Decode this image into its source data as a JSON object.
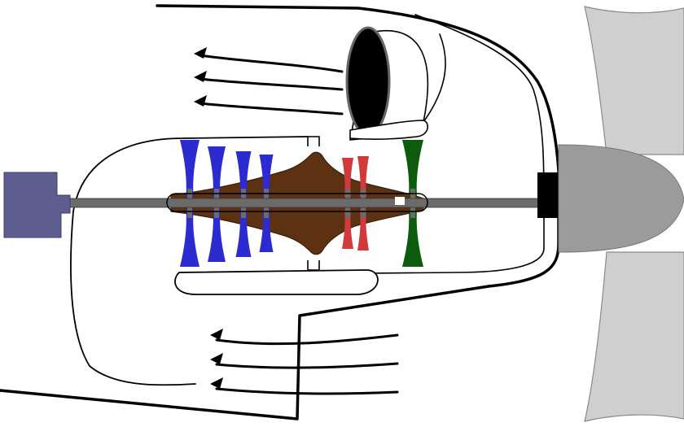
{
  "diagram": {
    "kind": "turboprop-engine-schematic",
    "colors": {
      "outline": "#000000",
      "background": "#ffffff",
      "compressor_blades": "#2b2bd0",
      "combustion_chamber": "#5c3212",
      "turbine_blades": "#d03a3a",
      "power_turbine_blades": "#0d5c0d",
      "shaft": "#6b6b6b",
      "gearbox": "#000000",
      "spinner": "#9b9b9b",
      "propeller_blades": "#cfcfcf",
      "accessory_drive": "#5d5d8f",
      "exhaust_opening": "#000000"
    },
    "component_counts": {
      "compressor_stages": 4,
      "turbine_stages": 2,
      "power_turbine_stages": 1,
      "upper_exhaust_arrows": 3,
      "lower_intake_arrows": 3
    }
  }
}
